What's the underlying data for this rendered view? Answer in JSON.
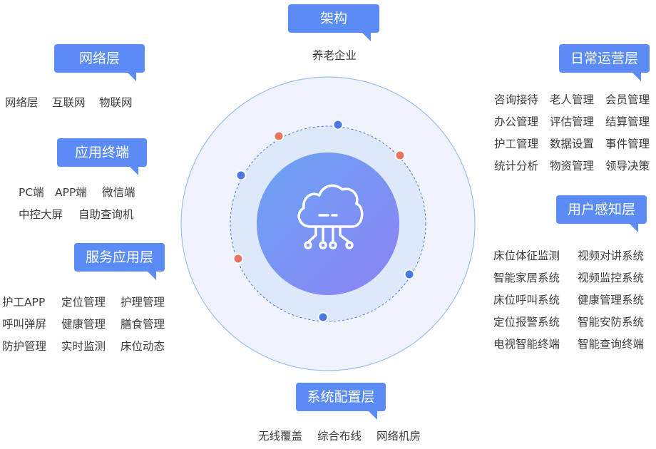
{
  "colors": {
    "label_bg": "#5b8cf6",
    "outer_circle": "#eef3fd",
    "outer_circle_border": "#9cbdf6",
    "middle_circle": "#dde8fb",
    "node_blue": "#4a78e0",
    "node_red": "#e8735f",
    "core_start": "#6aa4f4",
    "core_end": "#8a86f4"
  },
  "center": {
    "icon": "cloud-network-icon"
  },
  "sections": {
    "architecture": {
      "title": "架构",
      "items": [
        [
          "养老企业"
        ]
      ]
    },
    "network": {
      "title": "网络层",
      "items": [
        [
          "网络层",
          "互联网",
          "物联网"
        ]
      ]
    },
    "terminal": {
      "title": "应用终端",
      "items": [
        [
          "PC端",
          "APP端",
          "微信端"
        ],
        [
          "中控大屏",
          "自助查询机"
        ]
      ]
    },
    "service": {
      "title": "服务应用层",
      "items": [
        [
          "护工APP",
          "定位管理",
          "护理管理"
        ],
        [
          "呼叫弹屏",
          "健康管理",
          "膳食管理"
        ],
        [
          "防护管理",
          "实时监测",
          "床位动态"
        ]
      ]
    },
    "operations": {
      "title": "日常运营层",
      "items": [
        [
          "咨询接待",
          "老人管理",
          "会员管理"
        ],
        [
          "办公管理",
          "评估管理",
          "结算管理"
        ],
        [
          "护工管理",
          "数据设置",
          "事件管理"
        ],
        [
          "统计分析",
          "物资管理",
          "领导决策"
        ]
      ]
    },
    "perception": {
      "title": "用户感知层",
      "items": [
        [
          "床位体征监测",
          "视频对讲系统"
        ],
        [
          "智能家居系统",
          "视频监控系统"
        ],
        [
          "床位呼叫系统",
          "健康管理系统"
        ],
        [
          "定位报警系统",
          "智能安防系统"
        ],
        [
          "电视智能终端",
          "智能查询终端"
        ]
      ]
    },
    "config": {
      "title": "系统配置层",
      "items": [
        [
          "无线覆盖",
          "综合布线",
          "网络机房"
        ]
      ]
    }
  }
}
